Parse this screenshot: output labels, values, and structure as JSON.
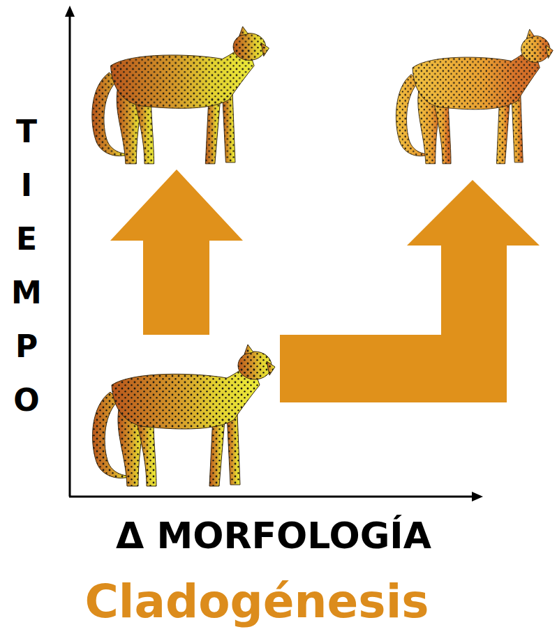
{
  "diagram": {
    "caption": "Cladogénesis",
    "labels": [
      "TIEMPO",
      "Δ MORFOLOGÍA"
    ]
  }
}
